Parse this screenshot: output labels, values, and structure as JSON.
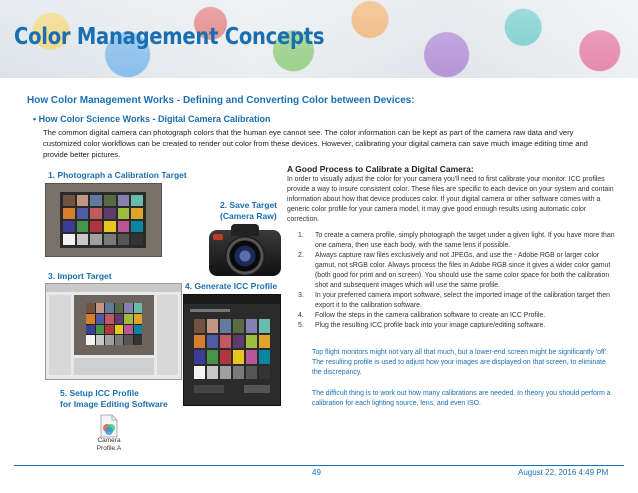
{
  "title": "Color Management Concepts",
  "heading": "How Color Management Works - Defining and Converting Color between Devices:",
  "bullet": "• How Color Science Works - Digital Camera Calibration",
  "intro": "The common digital camera can photograph colors that the human eye cannot see. The color information can be kept as part of the camera raw data and very customized color workflows can be created to render out color from these devices. However, calibrating your digital camera can save much image editing time and provide better pictures.",
  "steps_labels": {
    "s1": "1. Photograph a Calibration Target",
    "s2a": "2. Save Target",
    "s2b": "(Camera Raw)",
    "s3": "3. Import Target",
    "s4": "4. Generate ICC Profile",
    "s5a": "5. Setup ICC Profile",
    "s5b": "for Image Editing Software"
  },
  "file_icon_label": "Camera\nProfile.A",
  "right": {
    "title": "A Good Process to Calibrate a Digital Camera:",
    "para": "In order to visually adjust the color for your camera you'll need to first calibrate your monitor. ICC profiles provide a way to insure consistent color. These files are specific to each device on your system and contain information about how that device produces color. If your digital camera or other software comes with a generic color profile for your camera model, it may give good enough results using automatic color correction.",
    "steps": [
      {
        "num": "1.",
        "text": "To create a camera profile, simply photograph the target under a given light. If you have more than one camera, then use each body, with the same lens if possible."
      },
      {
        "num": "2.",
        "text": "Always capture raw files exclusively and not JPEGs, and use the - Adobe RGB or larger color gamut, not sRGB color. Always process the files in Adobe RGB since it gives a wider color gamut (both good for print and on screen). You should use the same color space for both the calibration shot and subsequent images which will use the same profile."
      },
      {
        "num": "3.",
        "text": "In your preferred camera import software, select the imported image of the calibration target then export it to the calibration software."
      },
      {
        "num": "4.",
        "text": "Follow the steps in the camera calibration software to create an ICC Profile."
      },
      {
        "num": "5.",
        "text": "Plug the resulting ICC profile back into your image capture/editing software."
      }
    ],
    "note1": "Top flight monitors might not vary all that much, but a lower-end screen might be significantly 'off'. The resulting profile is used to adjust how your images are displayed on that screen, to eliminate the discrepancy.",
    "note2": "The difficult thing is to work out how many calibrations are needed. In theory you should perform a calibration for each lighting source, lens, and even ISO."
  },
  "footer": {
    "page": "49",
    "date": "August 22, 2016 4:49 PM"
  },
  "colors": {
    "accent": "#1a6fb3",
    "text": "#222222"
  }
}
